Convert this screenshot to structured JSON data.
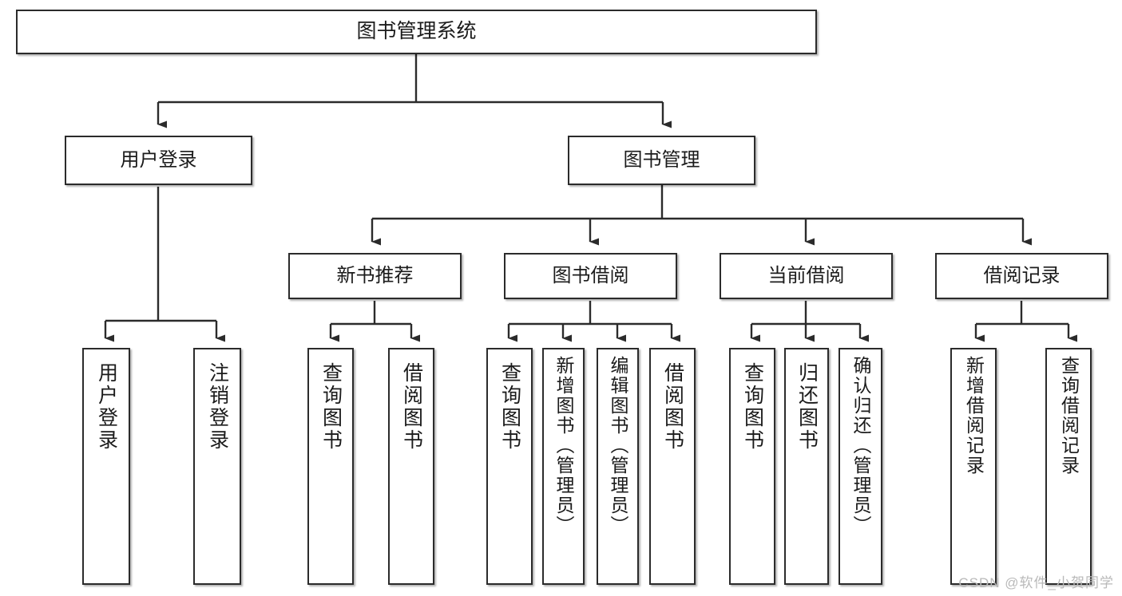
{
  "diagram": {
    "type": "tree",
    "title": "图书管理系统",
    "watermark": "CSDN @软件_小贺同学",
    "colors": {
      "box_border": "#2b2b2b",
      "box_fill": "#ffffff",
      "connector": "#2b2b2b",
      "text": "#1b1b1b",
      "watermark": "#b9b9b9"
    },
    "nodes": {
      "root": "图书管理系统",
      "level2": [
        "用户登录",
        "图书管理"
      ],
      "level3": [
        "新书推荐",
        "图书借阅",
        "当前借阅",
        "借阅记录"
      ],
      "leaves": {
        "user_login": [
          "用户登录",
          "注销登录"
        ],
        "new_book_recommend": [
          "查询图书",
          "借阅图书"
        ],
        "book_borrow": [
          "查询图书",
          "新增图书（管理员）",
          "编辑图书（管理员）",
          "借阅图书"
        ],
        "current_borrow": [
          "查询图书",
          "归还图书",
          "确认归还（管理员）"
        ],
        "borrow_record": [
          "新增借阅记录",
          "查询借阅记录"
        ]
      }
    },
    "edges": [
      {
        "from": "图书管理系统",
        "to": "用户登录"
      },
      {
        "from": "图书管理系统",
        "to": "图书管理"
      },
      {
        "from": "图书管理",
        "to": "新书推荐"
      },
      {
        "from": "图书管理",
        "to": "图书借阅"
      },
      {
        "from": "图书管理",
        "to": "当前借阅"
      },
      {
        "from": "图书管理",
        "to": "借阅记录"
      },
      {
        "from": "用户登录",
        "to": "用户登录"
      },
      {
        "from": "用户登录",
        "to": "注销登录"
      },
      {
        "from": "新书推荐",
        "to": "查询图书"
      },
      {
        "from": "新书推荐",
        "to": "借阅图书"
      },
      {
        "from": "图书借阅",
        "to": "查询图书"
      },
      {
        "from": "图书借阅",
        "to": "新增图书（管理员）"
      },
      {
        "from": "图书借阅",
        "to": "编辑图书（管理员）"
      },
      {
        "from": "图书借阅",
        "to": "借阅图书"
      },
      {
        "from": "当前借阅",
        "to": "查询图书"
      },
      {
        "from": "当前借阅",
        "to": "归还图书"
      },
      {
        "from": "当前借阅",
        "to": "确认归还（管理员）"
      },
      {
        "from": "借阅记录",
        "to": "新增借阅记录"
      },
      {
        "from": "借阅记录",
        "to": "查询借阅记录"
      }
    ]
  }
}
